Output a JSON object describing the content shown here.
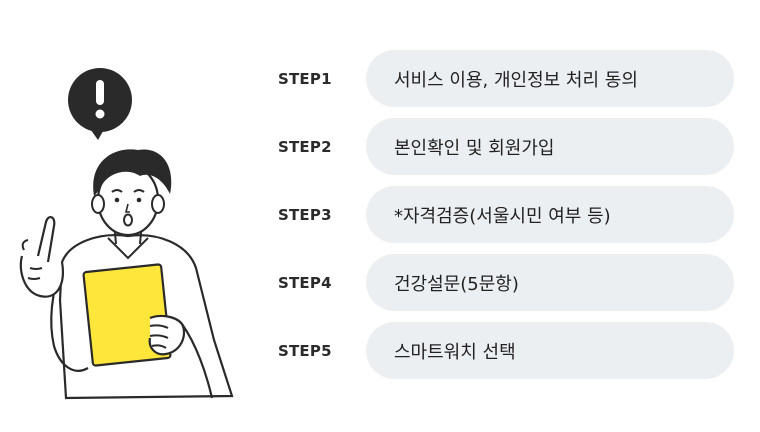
{
  "steps": [
    {
      "label": "STEP1",
      "text": "서비스 이용, 개인정보 처리 동의"
    },
    {
      "label": "STEP2",
      "text": "본인확인 및 회원가입"
    },
    {
      "label": "STEP3",
      "text": "*자격검증(서울시민 여부 등)"
    },
    {
      "label": "STEP4",
      "text": "건강설문(5문항)"
    },
    {
      "label": "STEP5",
      "text": "스마트워치 선택"
    }
  ],
  "colors": {
    "pill": "#eceff2",
    "document": "#ffe63a",
    "ink": "#222222"
  }
}
